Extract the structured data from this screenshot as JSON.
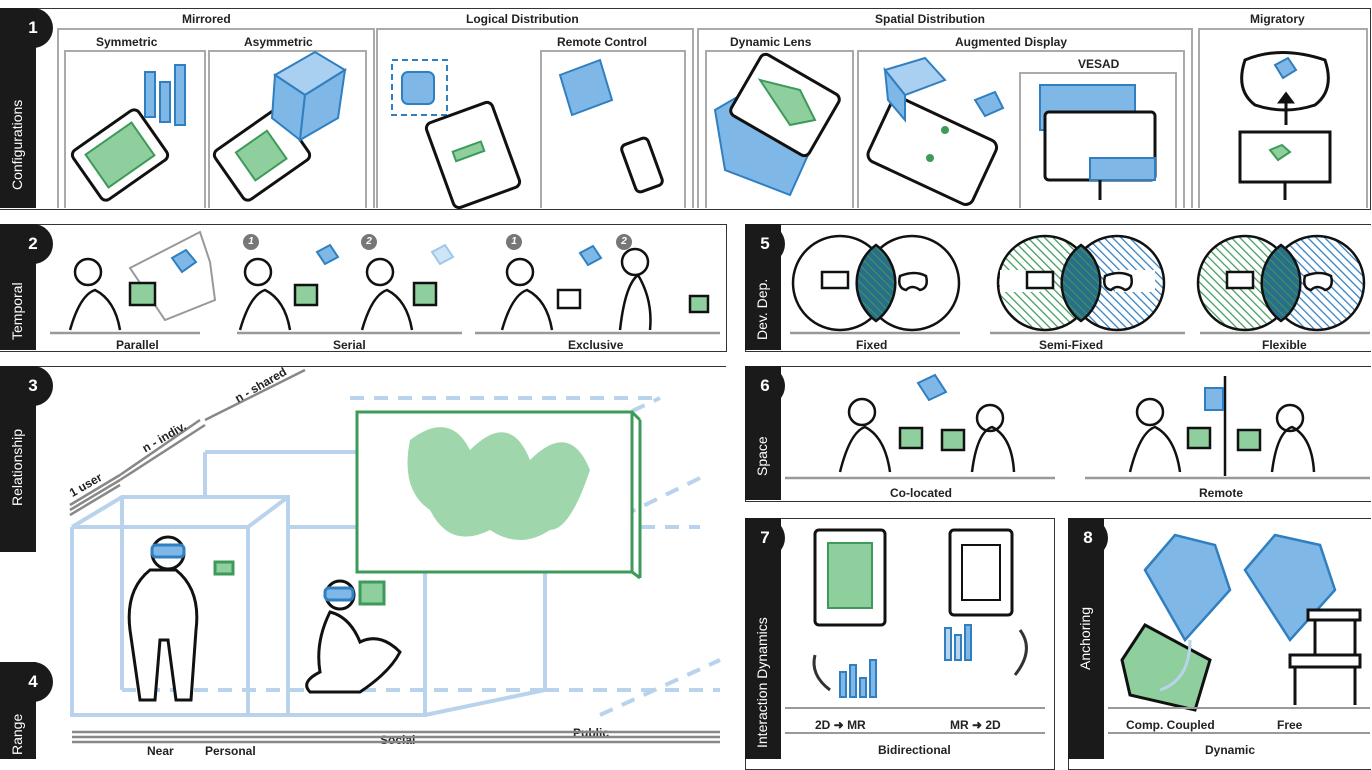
{
  "sections": {
    "s1": {
      "num": "1",
      "title": "Configurations"
    },
    "s2": {
      "num": "2",
      "title": "Temporal"
    },
    "s3": {
      "num": "3",
      "title": "Relationship"
    },
    "s4": {
      "num": "4",
      "title": "Range"
    },
    "s5": {
      "num": "5",
      "title": "Dev. Dep."
    },
    "s6": {
      "num": "6",
      "title": "Space"
    },
    "s7": {
      "num": "7",
      "title": "Interaction Dynamics"
    },
    "s8": {
      "num": "8",
      "title": "Anchoring"
    }
  },
  "configurations": {
    "mirrored": "Mirrored",
    "symmetric": "Symmetric",
    "asymmetric": "Asymmetric",
    "logical": "Logical Distribution",
    "remote_control": "Remote Control",
    "spatial": "Spatial Distribution",
    "dynamic_lens": "Dynamic Lens",
    "augmented_display": "Augmented Display",
    "vesad": "VESAD",
    "migratory": "Migratory"
  },
  "temporal": {
    "parallel": "Parallel",
    "serial": "Serial",
    "exclusive": "Exclusive",
    "step1": "1",
    "step2": "2"
  },
  "device_dependency": {
    "fixed": "Fixed",
    "semi_fixed": "Semi-Fixed",
    "flexible": "Flexible"
  },
  "space": {
    "co_located": "Co-located",
    "remote": "Remote"
  },
  "relationship": {
    "one_user": "1 user",
    "n_indiv": "n - indiv.",
    "n_shared": "n - shared"
  },
  "range": {
    "near": "Near",
    "personal": "Personal",
    "social": "Social",
    "public": "Public"
  },
  "interaction": {
    "to_mr": "2D ➜ MR",
    "to_2d": "MR ➜ 2D",
    "bidirectional": "Bidirectional"
  },
  "anchoring": {
    "coupled": "Comp. Coupled",
    "free": "Free",
    "dynamic": "Dynamic"
  },
  "colors": {
    "blue": "#7fb8e6",
    "blue_stroke": "#2f7fc1",
    "green": "#8fcf9e",
    "green_stroke": "#3d9a5a",
    "light_blue": "#b9d3ec"
  }
}
